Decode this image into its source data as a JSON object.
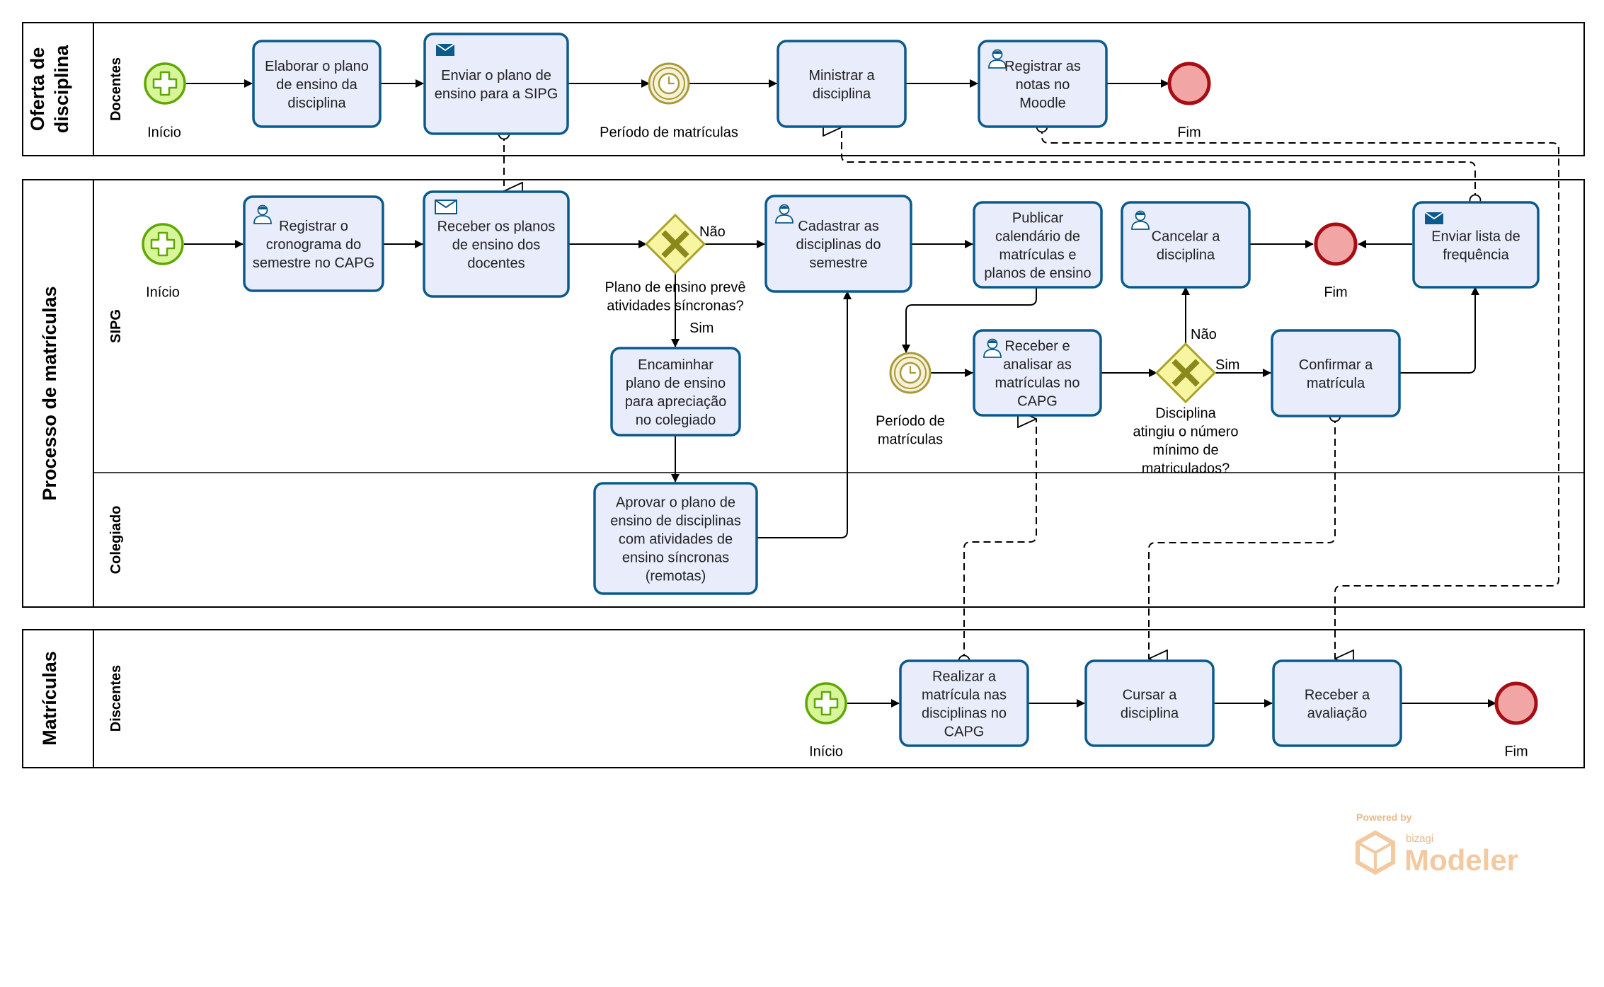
{
  "pools": [
    {
      "id": "oferta",
      "title_lines": [
        "Oferta de",
        "disciplina"
      ],
      "lanes": [
        {
          "id": "docentes",
          "title": "Docentes"
        }
      ]
    },
    {
      "id": "processo",
      "title_lines": [
        "Processo de matrículas"
      ],
      "lanes": [
        {
          "id": "sipg",
          "title": "SIPG"
        },
        {
          "id": "colegiado",
          "title": "Colegiado"
        }
      ]
    },
    {
      "id": "matriculas",
      "title_lines": [
        "Matrículas"
      ],
      "lanes": [
        {
          "id": "discentes",
          "title": "Discentes"
        }
      ]
    }
  ],
  "tasks": {
    "elaborar": {
      "lines": [
        "Elaborar o plano",
        "de ensino da",
        "disciplina"
      ]
    },
    "enviar_plano": {
      "lines": [
        "Enviar o plano de",
        "ensino para a SIPG"
      ],
      "icon": "envelope-filled-icon"
    },
    "ministrar": {
      "lines": [
        "Ministrar a",
        "disciplina"
      ]
    },
    "registrar_notas": {
      "lines": [
        "Registrar as",
        "notas no",
        "Moodle"
      ],
      "icon": "user-icon"
    },
    "registrar_crono": {
      "lines": [
        "Registrar o",
        "cronograma do",
        "semestre no CAPG"
      ],
      "icon": "user-icon"
    },
    "receber_planos": {
      "lines": [
        "Receber os planos",
        "de ensino dos",
        "docentes"
      ],
      "icon": "envelope-outline-icon"
    },
    "cadastrar": {
      "lines": [
        "Cadastrar as",
        "disciplinas do",
        "semestre"
      ],
      "icon": "user-icon"
    },
    "publicar": {
      "lines": [
        "Publicar",
        "calendário de",
        "matrículas e",
        "planos de ensino"
      ]
    },
    "cancelar": {
      "lines": [
        "Cancelar a",
        "disciplina"
      ],
      "icon": "user-icon"
    },
    "enviar_lista": {
      "lines": [
        "Enviar lista de",
        "frequência"
      ],
      "icon": "envelope-filled-icon"
    },
    "encaminhar": {
      "lines": [
        "Encaminhar",
        "plano de ensino",
        "para apreciação",
        "no colegiado"
      ]
    },
    "receber_analisar": {
      "lines": [
        "Receber e",
        "analisar as",
        "matrículas no",
        "CAPG"
      ],
      "icon": "user-icon"
    },
    "confirmar": {
      "lines": [
        "Confirmar a",
        "matrícula"
      ]
    },
    "aprovar": {
      "lines": [
        "Aprovar o plano de",
        "ensino de disciplinas",
        "com atividades de",
        "ensino síncronas",
        "(remotas)"
      ]
    },
    "realizar": {
      "lines": [
        "Realizar a",
        "matrícula nas",
        "disciplinas no",
        "CAPG"
      ]
    },
    "cursar": {
      "lines": [
        "Cursar a",
        "disciplina"
      ]
    },
    "receber_aval": {
      "lines": [
        "Receber a",
        "avaliação"
      ]
    }
  },
  "events": {
    "inicio_doc": {
      "type": "start",
      "label": [
        "Início"
      ]
    },
    "timer_doc": {
      "type": "timer",
      "label": [
        "Período de matrículas"
      ]
    },
    "fim_doc": {
      "type": "end",
      "label": [
        "Fim"
      ]
    },
    "inicio_sipg": {
      "type": "start",
      "label": [
        "Início"
      ]
    },
    "fim_sipg": {
      "type": "end",
      "label": [
        "Fim"
      ]
    },
    "timer_sipg": {
      "type": "timer",
      "label": [
        "Período de",
        "matrículas"
      ]
    },
    "inicio_disc": {
      "type": "start",
      "label": [
        "Início"
      ]
    },
    "fim_disc": {
      "type": "end",
      "label": [
        "Fim"
      ]
    }
  },
  "gateways": {
    "gw_plano": {
      "label": [
        "Plano de ensino prevê",
        "atividades síncronas?"
      ]
    },
    "gw_disc": {
      "label": [
        "Disciplina",
        "atingiu o número",
        "mínimo de",
        "matriculados?"
      ]
    }
  },
  "flow_labels": {
    "nao_1": "Não",
    "sim_1": "Sim",
    "nao_2": "Não",
    "sim_2": "Sim"
  },
  "watermark": {
    "powered": "Powered by",
    "brand": "bizagi",
    "product": "Modeler"
  },
  "colors": {
    "task_fill": "#e8ecfb",
    "task_stroke": "#0b5a8c",
    "start_fill": "#d9f59c",
    "start_stroke": "#5fa800",
    "end_fill": "#f2a5a5",
    "end_stroke": "#a60d14",
    "gateway_fill": "#f7f5a0",
    "gateway_stroke": "#a8a32b",
    "gateway_x": "#8a8a1c",
    "timer_fill": "#f7f2d6",
    "timer_stroke": "#a89a3c",
    "line": "#000000"
  }
}
